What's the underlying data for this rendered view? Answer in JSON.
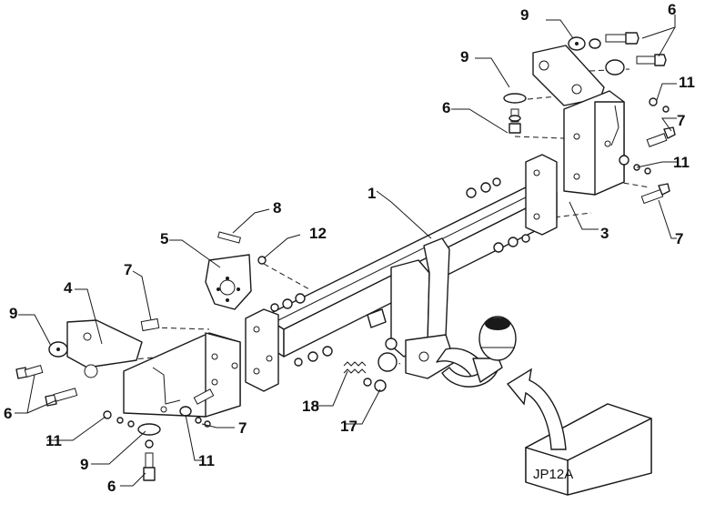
{
  "callouts": {
    "c1": "1",
    "c3": "3",
    "c4": "4",
    "c5": "5",
    "c6a": "6",
    "c6b": "6",
    "c6c": "6",
    "c6d": "6",
    "c7a": "7",
    "c7b": "7",
    "c7c": "7",
    "c7d": "7",
    "c8": "8",
    "c9a": "9",
    "c9b": "9",
    "c9c": "9",
    "c9d": "9",
    "c11a": "11",
    "c11b": "11",
    "c11c": "11",
    "c11d": "11",
    "c12": "12",
    "c17": "17",
    "c18": "18"
  },
  "box_label": "JP12A"
}
